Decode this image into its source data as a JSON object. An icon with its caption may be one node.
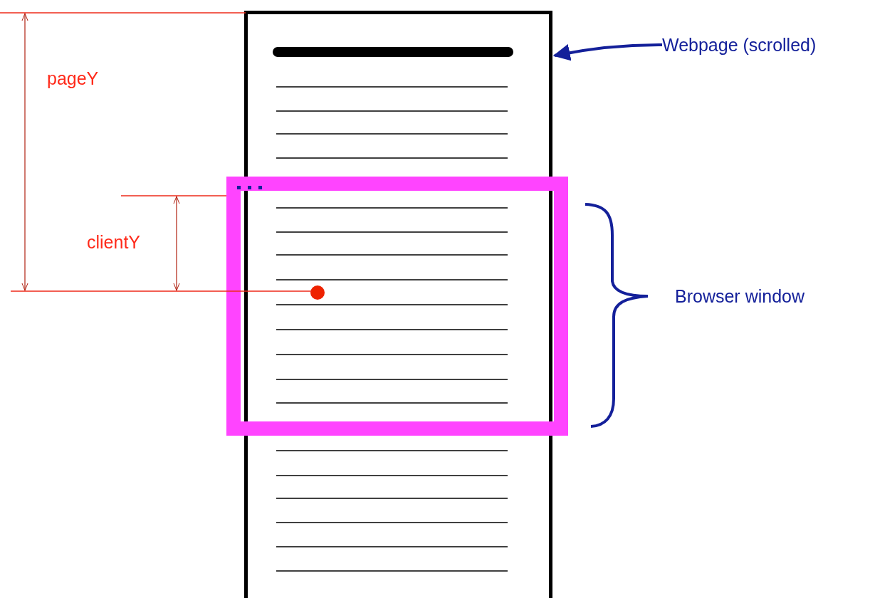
{
  "diagram": {
    "nodes": [
      {
        "text": [],
        "shape": "box"
      },
      {
        "text": [
          "Webpage (scrolled)"
        ]
      }
    ],
    "edges": [
      {
        "from": 1,
        "to": 0,
        "arrow": "to"
      }
    ],
    "labels": [
      "pageY",
      "clientY",
      "Browser window"
    ]
  }
}
